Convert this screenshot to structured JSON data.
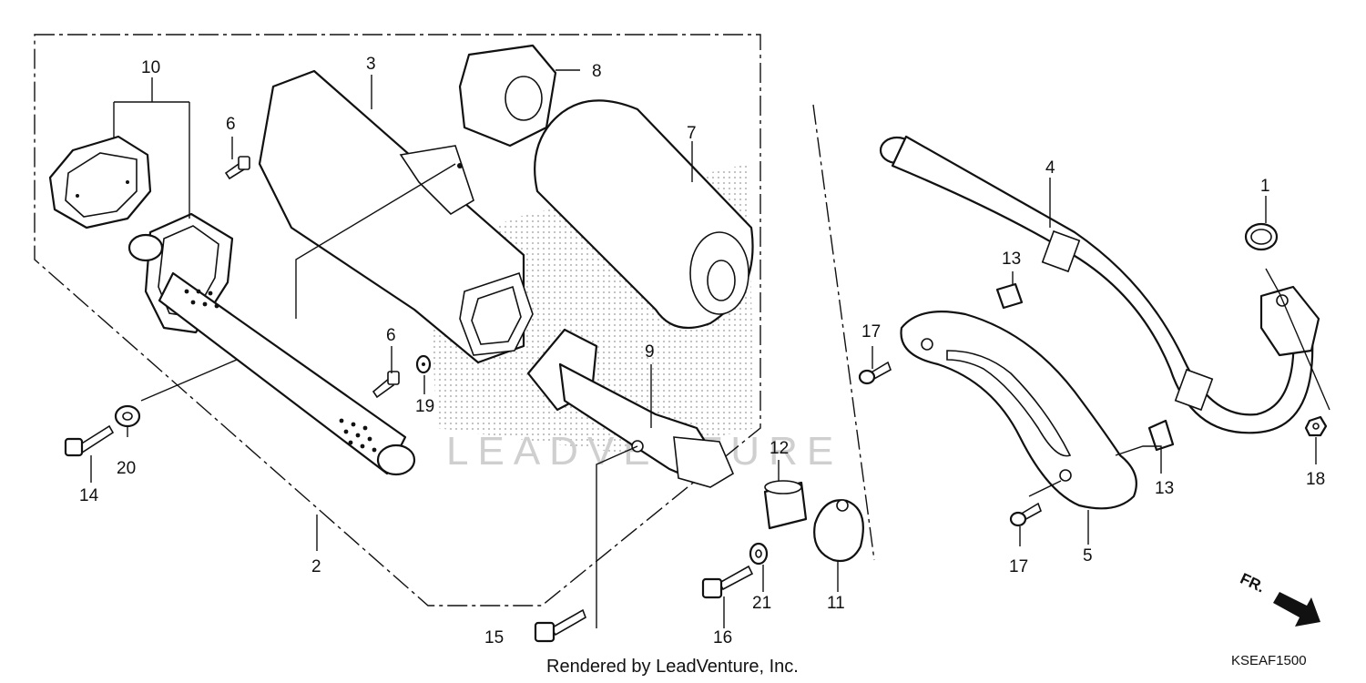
{
  "watermark": "LEADVENTURE",
  "footer": "Rendered by LeadVenture, Inc.",
  "diagram_code": "KSEAF1500",
  "direction_label": "FR.",
  "callouts": {
    "c1": "1",
    "c2": "2",
    "c3": "3",
    "c4": "4",
    "c5": "5",
    "c6a": "6",
    "c6b": "6",
    "c7": "7",
    "c8": "8",
    "c9": "9",
    "c10": "10",
    "c11": "11",
    "c12": "12",
    "c13a": "13",
    "c13b": "13",
    "c14": "14",
    "c15": "15",
    "c16": "16",
    "c17a": "17",
    "c17b": "17",
    "c18": "18",
    "c19": "19",
    "c20": "20",
    "c21": "21"
  }
}
